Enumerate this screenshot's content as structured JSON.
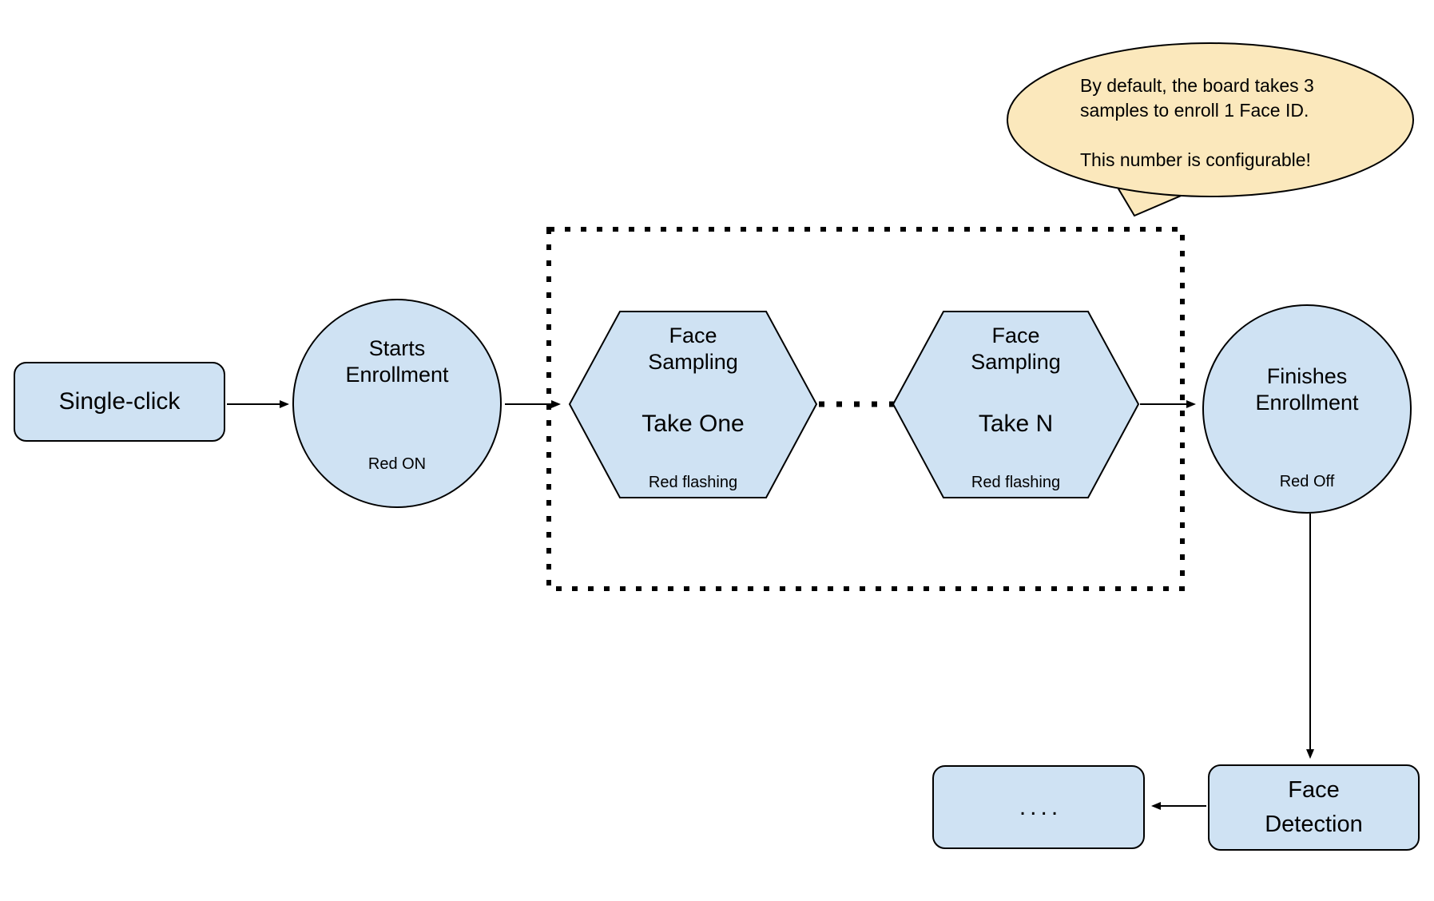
{
  "colors": {
    "background": "#FFFFFF",
    "node_fill": "#CFE2F3",
    "node_border": "#000000",
    "callout_fill": "#FBE8BC",
    "callout_border": "#000000",
    "arrow": "#000000",
    "text": "#000000"
  },
  "nodes": {
    "single_click": {
      "label": "Single-click"
    },
    "starts_enrollment": {
      "title_line1": "Starts",
      "title_line2": "Enrollment",
      "status": "Red ON"
    },
    "face_sampling_one": {
      "title_line1": "Face",
      "title_line2": "Sampling",
      "step": "Take One",
      "status": "Red flashing"
    },
    "face_sampling_n": {
      "title_line1": "Face",
      "title_line2": "Sampling",
      "step": "Take N",
      "status": "Red flashing"
    },
    "finishes_enrollment": {
      "title_line1": "Finishes",
      "title_line2": "Enrollment",
      "status": "Red Off"
    },
    "face_detection": {
      "title_line1": "Face",
      "title_line2": "Detection"
    },
    "continuation": {
      "label": "...."
    }
  },
  "callout": {
    "line1": "By default, the board takes 3",
    "line2": "samples to enroll 1 Face ID.",
    "line3": "This number is configurable!"
  }
}
